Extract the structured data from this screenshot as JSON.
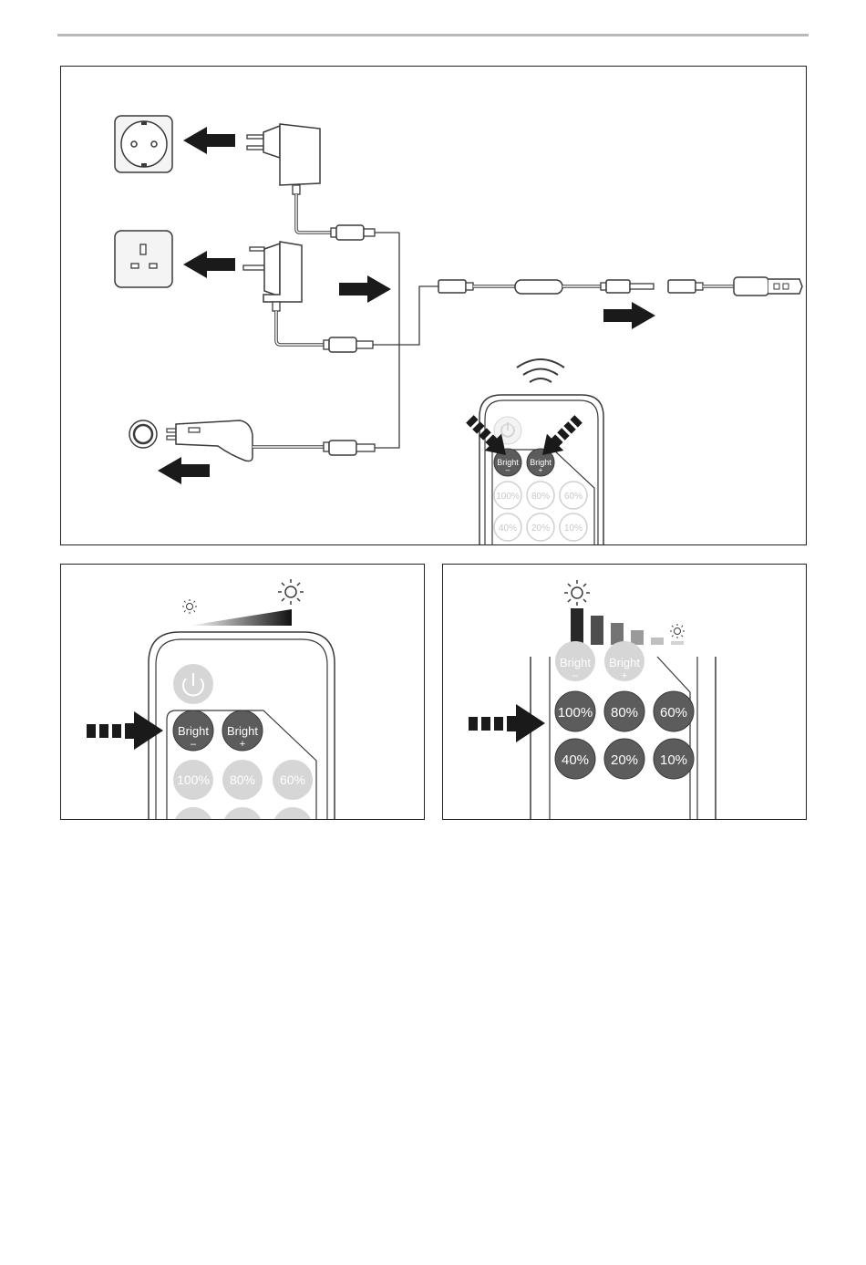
{
  "colors": {
    "outline": "#3a3a3a",
    "arrow": "#1a1a1a",
    "button_active": "#5c5c5c",
    "button_active_text": "#ffffff",
    "button_inactive": "#d6d6d6",
    "button_inactive_text": "#ffffff",
    "plug_fill": "#ffffff",
    "socket_fill": "#f4f4f4"
  },
  "icons": {
    "sockets": [
      "eu-socket-icon",
      "uk-socket-icon",
      "car-socket-icon"
    ],
    "adapters": [
      "eu-adapter-icon",
      "uk-adapter-icon",
      "car-charger-icon"
    ],
    "sun_small": "sun-small-icon",
    "sun_large": "sun-large-icon",
    "power": "power-icon",
    "signal": "signal-waves-icon",
    "strip": "led-strip-icon"
  },
  "remote": {
    "bright_minus": {
      "line1": "Bright",
      "line2": "–"
    },
    "bright_plus": {
      "line1": "Bright",
      "line2": "+"
    },
    "presets": [
      "100%",
      "80%",
      "60%",
      "40%",
      "20%",
      "10%"
    ]
  },
  "brightness_levels": [
    1.0,
    0.8,
    0.6,
    0.4,
    0.2,
    0.1
  ]
}
